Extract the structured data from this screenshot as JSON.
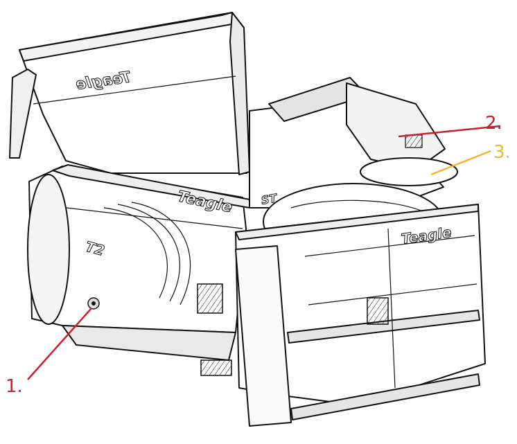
{
  "diagram": {
    "machine": {
      "brand_text": "Teagle",
      "model_text": "T2",
      "badge_text": "ST"
    },
    "callouts": [
      {
        "label": "1.",
        "color": "#c8202e"
      },
      {
        "label": "2.",
        "color": "#c8202e"
      },
      {
        "label": "3.",
        "color": "#f2b632"
      }
    ],
    "colors": {
      "line": "#111111",
      "fill": "#ffffff",
      "shade": "#d9d9d9"
    }
  }
}
